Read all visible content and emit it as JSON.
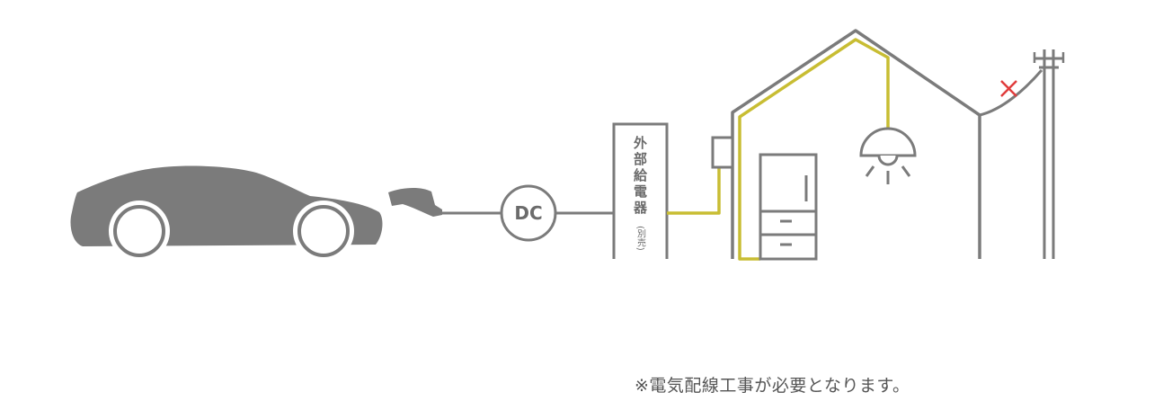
{
  "charger": {
    "label": "外部給電器",
    "sub_label": "(別売)"
  },
  "dc_label": "DC",
  "footnote": "※電気配線工事が必要となります。",
  "colors": {
    "gray": "#7b7b7b",
    "yellow": "#c8bd33",
    "red": "#e03c3c",
    "background": "#ffffff"
  }
}
